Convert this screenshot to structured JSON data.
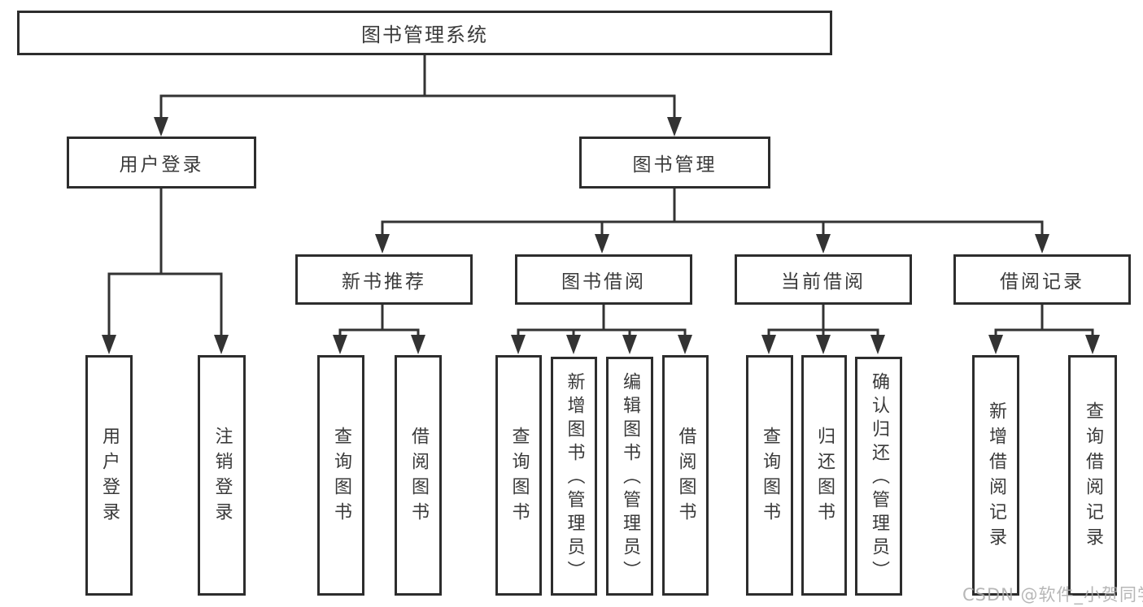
{
  "colors": {
    "line": "#333333",
    "box_border": "#2d2d2d",
    "text": "#3a3a3a",
    "watermark": "#ababab",
    "background": "#ffffff"
  },
  "watermark": "CSDN @软件_小贺同学",
  "tree": {
    "label": "图书管理系统",
    "children": [
      {
        "label": "用户登录",
        "children": [
          {
            "label": "用户登录"
          },
          {
            "label": "注销登录"
          }
        ]
      },
      {
        "label": "图书管理",
        "children": [
          {
            "label": "新书推荐",
            "children": [
              {
                "label": "查询图书"
              },
              {
                "label": "借阅图书"
              }
            ]
          },
          {
            "label": "图书借阅",
            "children": [
              {
                "label": "查询图书"
              },
              {
                "label": "新增图书（管理员）"
              },
              {
                "label": "编辑图书（管理员）"
              },
              {
                "label": "借阅图书"
              }
            ]
          },
          {
            "label": "当前借阅",
            "children": [
              {
                "label": "查询图书"
              },
              {
                "label": "归还图书"
              },
              {
                "label": "确认归还（管理员）"
              }
            ]
          },
          {
            "label": "借阅记录",
            "children": [
              {
                "label": "新增借阅记录"
              },
              {
                "label": "查询借阅记录"
              }
            ]
          }
        ]
      }
    ]
  }
}
